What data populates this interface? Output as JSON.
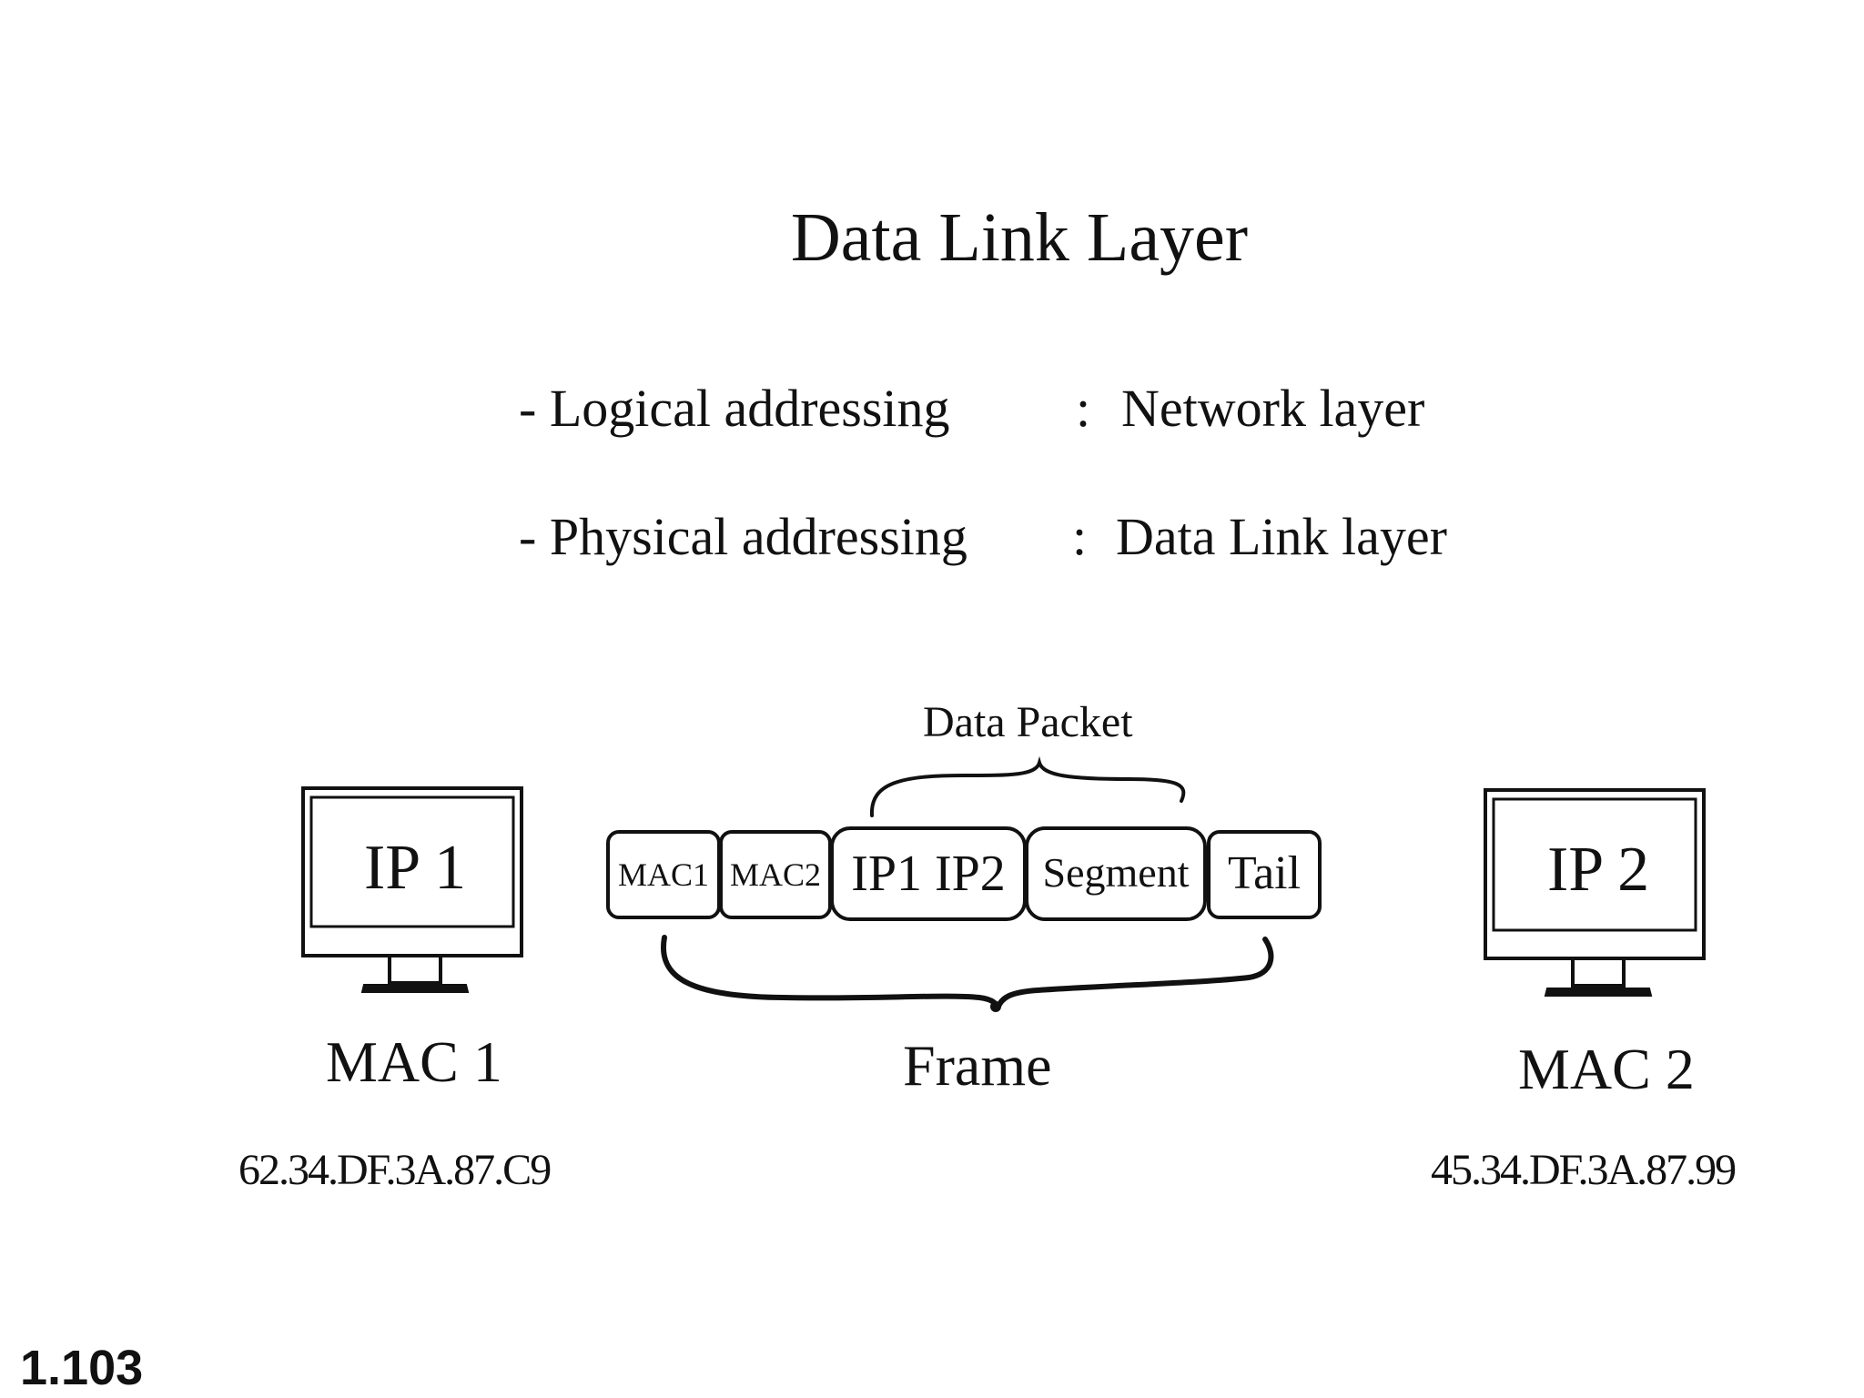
{
  "title": "Data Link Layer",
  "rows": [
    {
      "left": "- Logical addressing",
      "colon": ":",
      "right": "Network layer"
    },
    {
      "left": "- Physical addressing",
      "colon": ":",
      "right": "Data Link layer"
    }
  ],
  "left_device": {
    "screen_label": "IP 1",
    "mac_label": "MAC 1",
    "mac_address": "62.34.DF.3A.87.C9"
  },
  "right_device": {
    "screen_label": "IP 2",
    "mac_label": "MAC 2",
    "mac_address": "45.34.DF.3A.87.99"
  },
  "frame": {
    "cells": [
      "MAC1",
      "MAC2",
      "IP1 IP2",
      "Segment",
      "Tail"
    ],
    "packet_label": "Data Packet",
    "frame_label": "Frame"
  },
  "footer_number": "1.103"
}
